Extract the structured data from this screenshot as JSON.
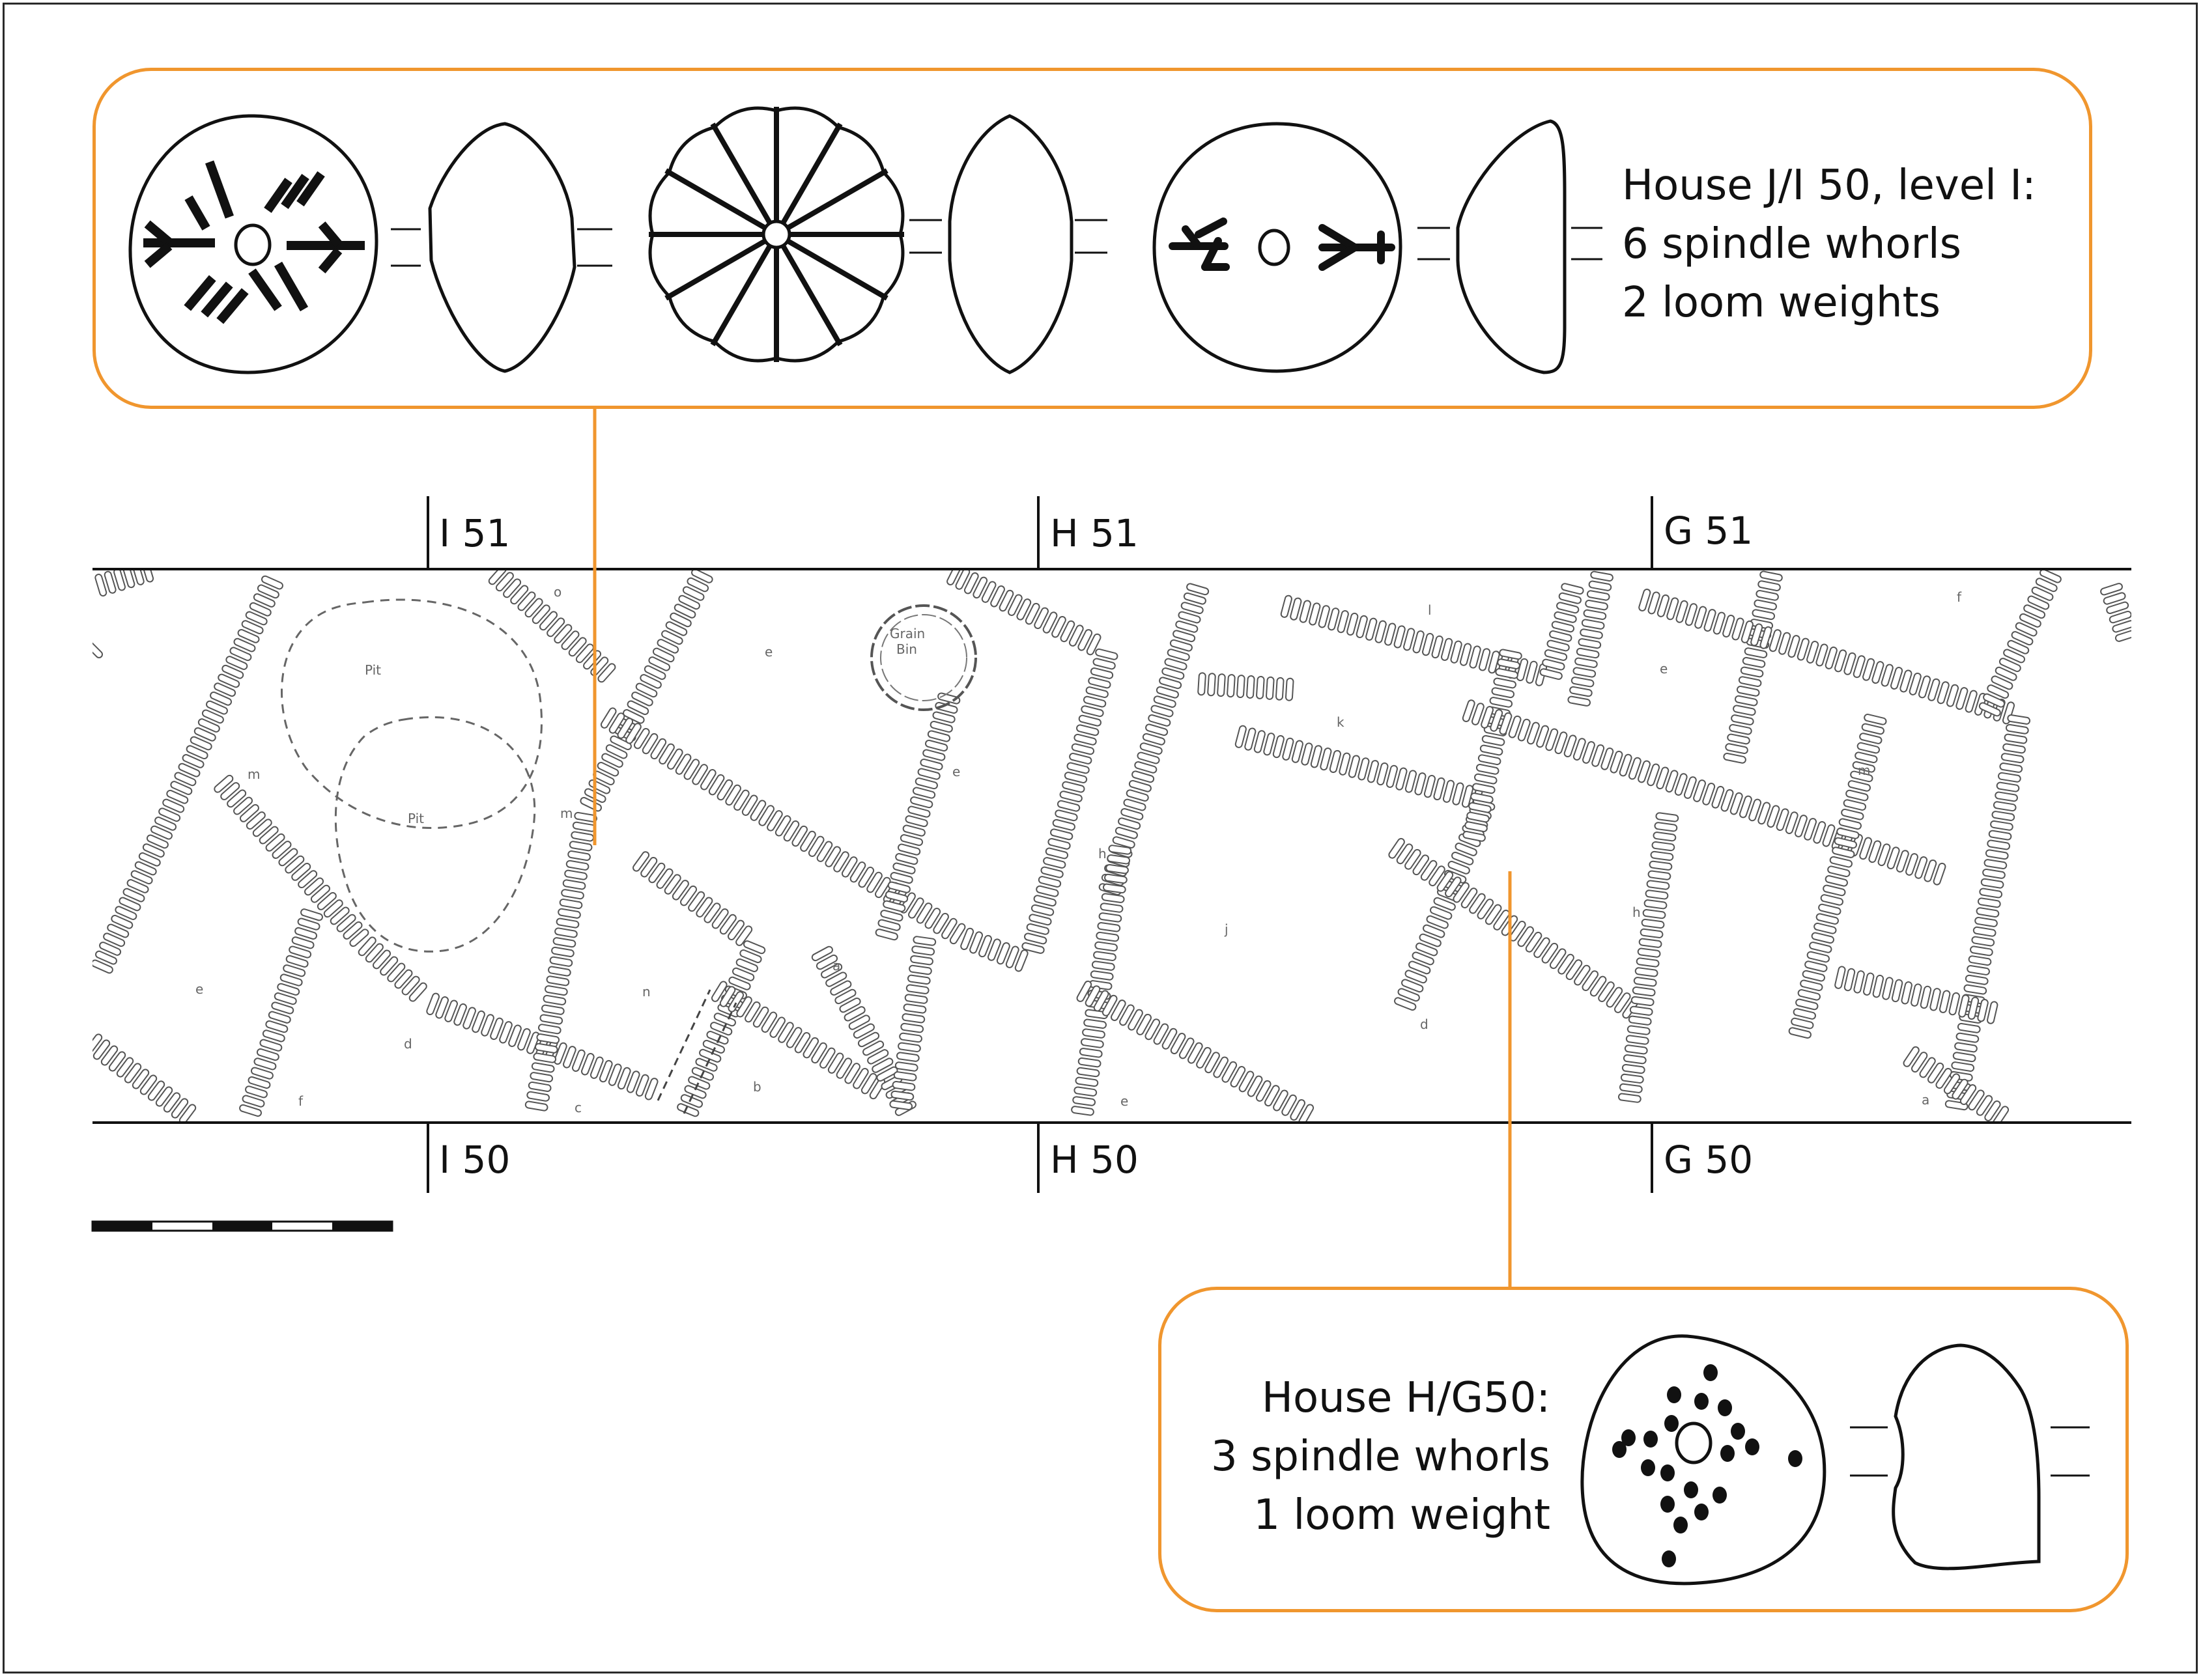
{
  "captions": {
    "top": {
      "line1": "House J/I 50, level I:",
      "line2": "6 spindle whorls",
      "line3": "2 loom weights"
    },
    "bottom": {
      "line1": "House H/G50:",
      "line2": "3 spindle whorls",
      "line3": "1 loom weight"
    }
  },
  "grid_labels": {
    "top": [
      "I 51",
      "H 51",
      "G 51"
    ],
    "bottom": [
      "I 50",
      "H 50",
      "G 50"
    ]
  },
  "plan_labels": {
    "pit_1": "Pit",
    "pit_2": "Pit",
    "grain_1": "Grain",
    "grain_2": "Bin",
    "rooms": [
      "o",
      "e",
      "m",
      "m",
      "e",
      "d",
      "f",
      "n",
      "c",
      "a",
      "b",
      "e",
      "h",
      "l",
      "k",
      "j",
      "e",
      "d",
      "h",
      "e",
      "m",
      "f",
      "a"
    ]
  },
  "colors": {
    "accent": "#f0962e",
    "ink": "#111111",
    "plan_line": "#555555"
  }
}
